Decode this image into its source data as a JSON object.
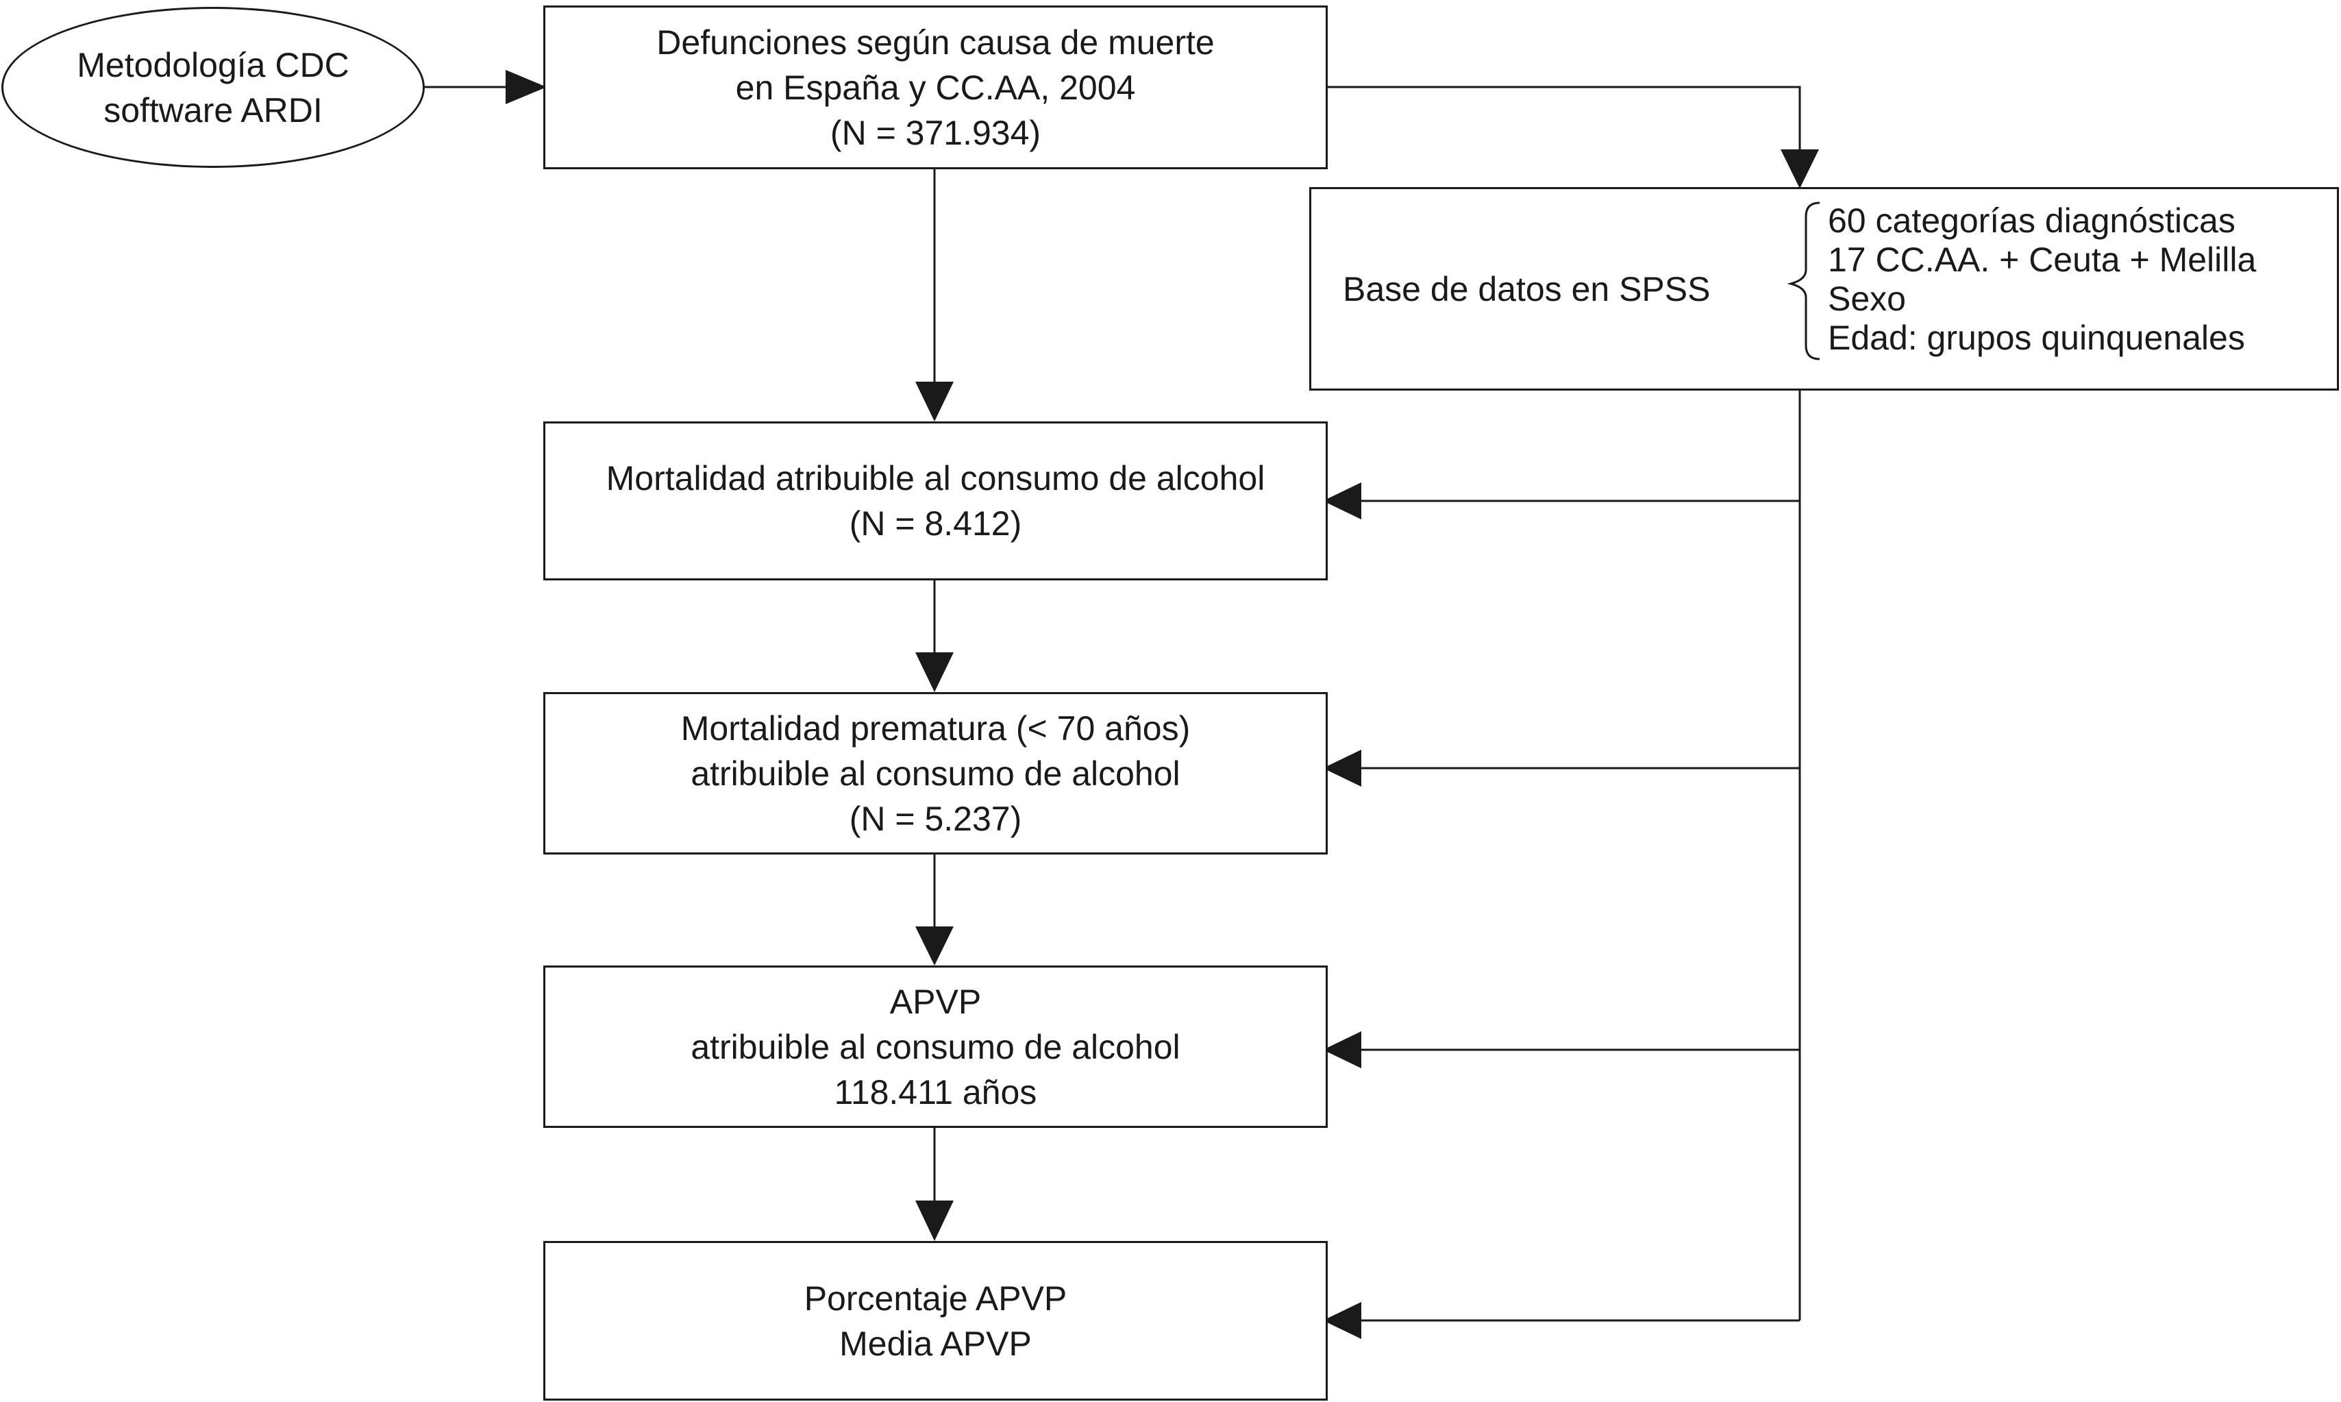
{
  "nodes": {
    "metodologia": {
      "lines": [
        "Metodología CDC",
        "software ARDI"
      ]
    },
    "defunciones": {
      "lines": [
        "Defunciones según causa de muerte",
        "en España y CC.AA, 2004",
        "(N = 371.934)"
      ]
    },
    "spss": {
      "label": "Base de datos en SPSS",
      "items": [
        "60  categorías diagnósticas",
        "17 CC.AA. + Ceuta + Melilla",
        "Sexo",
        "Edad: grupos quinquenales"
      ]
    },
    "mortalidad_atribuible": {
      "lines": [
        "Mortalidad atribuible al consumo de alcohol",
        "(N = 8.412)"
      ]
    },
    "mortalidad_prematura": {
      "lines": [
        "Mortalidad prematura (< 70 años)",
        "atribuible al consumo de alcohol",
        "(N = 5.237)"
      ]
    },
    "apvp": {
      "lines": [
        "APVP",
        "atribuible al consumo de alcohol",
        "118.411 años"
      ]
    },
    "porcentaje": {
      "lines": [
        "Porcentaje APVP",
        "Media APVP"
      ]
    }
  },
  "colors": {
    "stroke": "#1a1a1a",
    "background": "#ffffff"
  }
}
